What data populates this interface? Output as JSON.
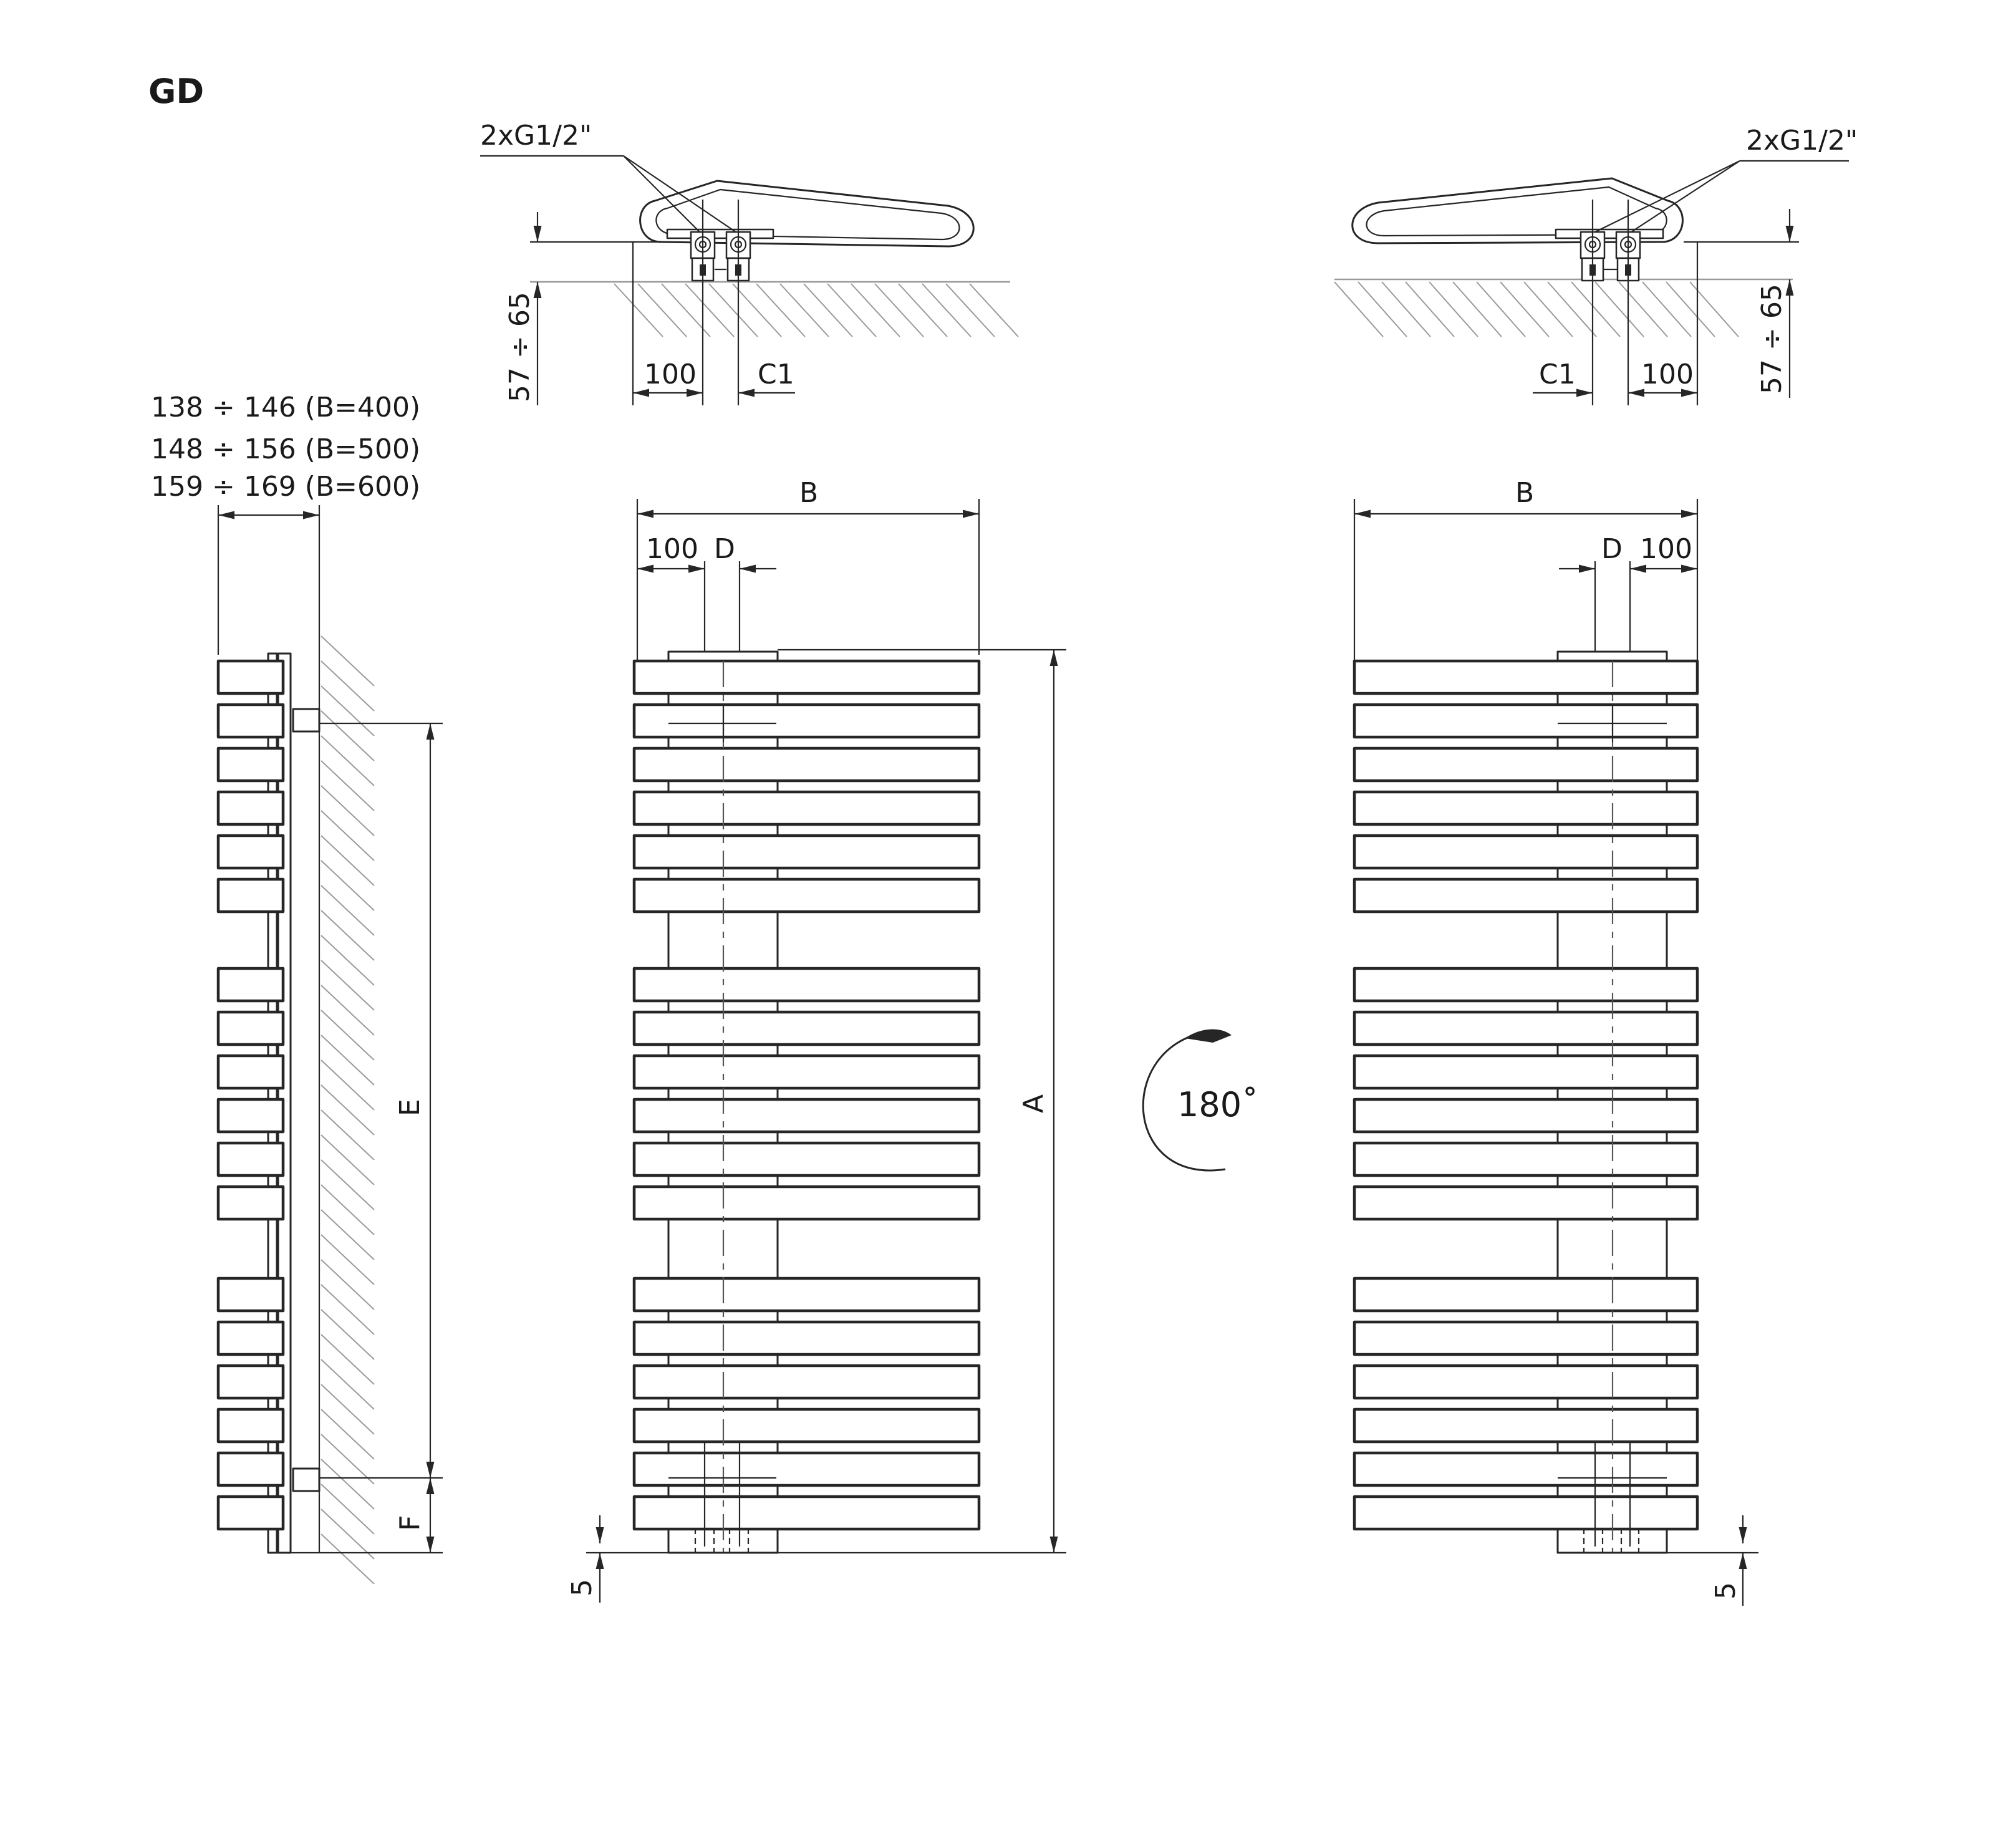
{
  "title": "GD",
  "connection": "2xG1/2\"",
  "wall_distance": "57 ÷ 65",
  "depth_dims": [
    "138 ÷ 146 (B=400)",
    "148 ÷ 156 (B=500)",
    "159 ÷ 169 (B=600)"
  ],
  "dims": {
    "axis_100": "100",
    "c1": "C1",
    "b": "B",
    "d": "D",
    "a": "A",
    "e": "E",
    "f": "F",
    "five": "5"
  },
  "rotation": "180˚",
  "colors": {
    "line": "#262626",
    "hatch": "#9a9a9a"
  }
}
